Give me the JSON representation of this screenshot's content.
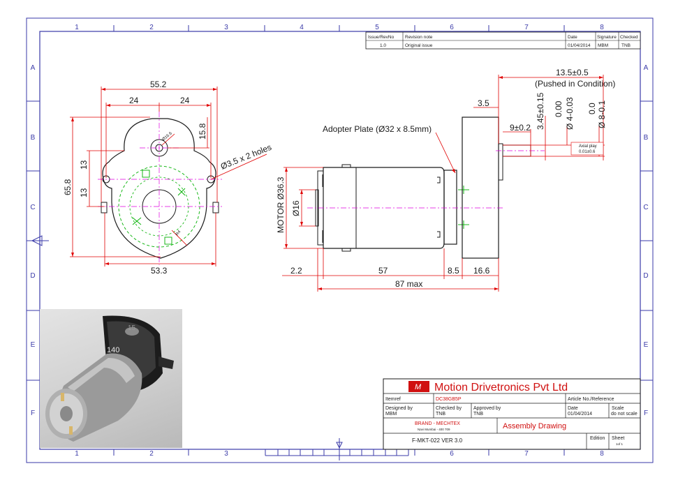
{
  "border": {
    "cols": [
      "1",
      "2",
      "3",
      "4",
      "5",
      "6",
      "7",
      "8"
    ],
    "rows": [
      "A",
      "B",
      "C",
      "D",
      "E",
      "F"
    ]
  },
  "revision": {
    "headers": [
      "Issue/RevNo",
      "Revision note",
      "Date",
      "Signature",
      "Checked"
    ],
    "row": [
      "1.0",
      "Original issue",
      "01/04/2014",
      "MBM",
      "TNB"
    ]
  },
  "front_view": {
    "width_overall": "55.2",
    "half_left": "24",
    "half_right": "24",
    "height_overall": "65.8",
    "upper_13": "13",
    "lower_13": "13",
    "boss_offset": "15.8",
    "holes_callout": "Ø3.5 x 2 holes",
    "bottom_width": "53.3",
    "shaft_circle": "Ø16.6",
    "corner_radius": "R4"
  },
  "side_view": {
    "adopter_plate": "Adopter Plate (Ø32  x 8.5mm)",
    "motor_dia": "MOTOR Ø36.3",
    "boss_dia": "Ø16",
    "pushed_len": "13.5±0.5",
    "pushed_note": "(Pushed in Condition)",
    "shaft_step": "3.5",
    "flat_len": "9±0.2",
    "flat_dim": "3.45±0.15",
    "tol_upper_1": "0.00",
    "dia_4": "Ø 4-0.03",
    "tol_upper_2": "0.0",
    "dia_8": "Ø 8-0.1",
    "axial_play_label": "Axial play",
    "axial_play_value": "0.01±0.6",
    "dim_22": "2.2",
    "dim_57": "57",
    "dim_85": "8.5",
    "dim_166": "16.6",
    "total_len": "87 max"
  },
  "title_block": {
    "company": "Motion Drivetronics Pvt Ltd",
    "logo_text": "M",
    "item_ref_label": "Itemref",
    "item_ref_value": "DC38GB5P",
    "article_label": "Article No./Reference",
    "designed_label": "Designed by",
    "designed_value": "MBM",
    "checked_label": "Checked by",
    "checked_value": "TNB",
    "approved_label": "Approved by",
    "approved_value": "TNB",
    "date_label": "Date",
    "date_value": "01/04/2014",
    "scale_label": "Scale",
    "scale_value": "do not scale",
    "brand_line": "BRAND - MECHTEX",
    "brand_sub": "Navi Mumbai - 400 709",
    "drawing_title": "Assembly Drawing",
    "form_no": "F-MKT-022 VER 3.0",
    "edition_label": "Edition",
    "sheet_label": "Sheet",
    "sheet_value": "1of 1"
  },
  "photo": {
    "label_top": "15",
    "label_side": "140"
  },
  "colors": {
    "frame": "#3a3aa8",
    "dimension": "#e00000",
    "centerline": "#e000e0",
    "hidden": "#00b000",
    "ink": "#1a1a1a"
  }
}
